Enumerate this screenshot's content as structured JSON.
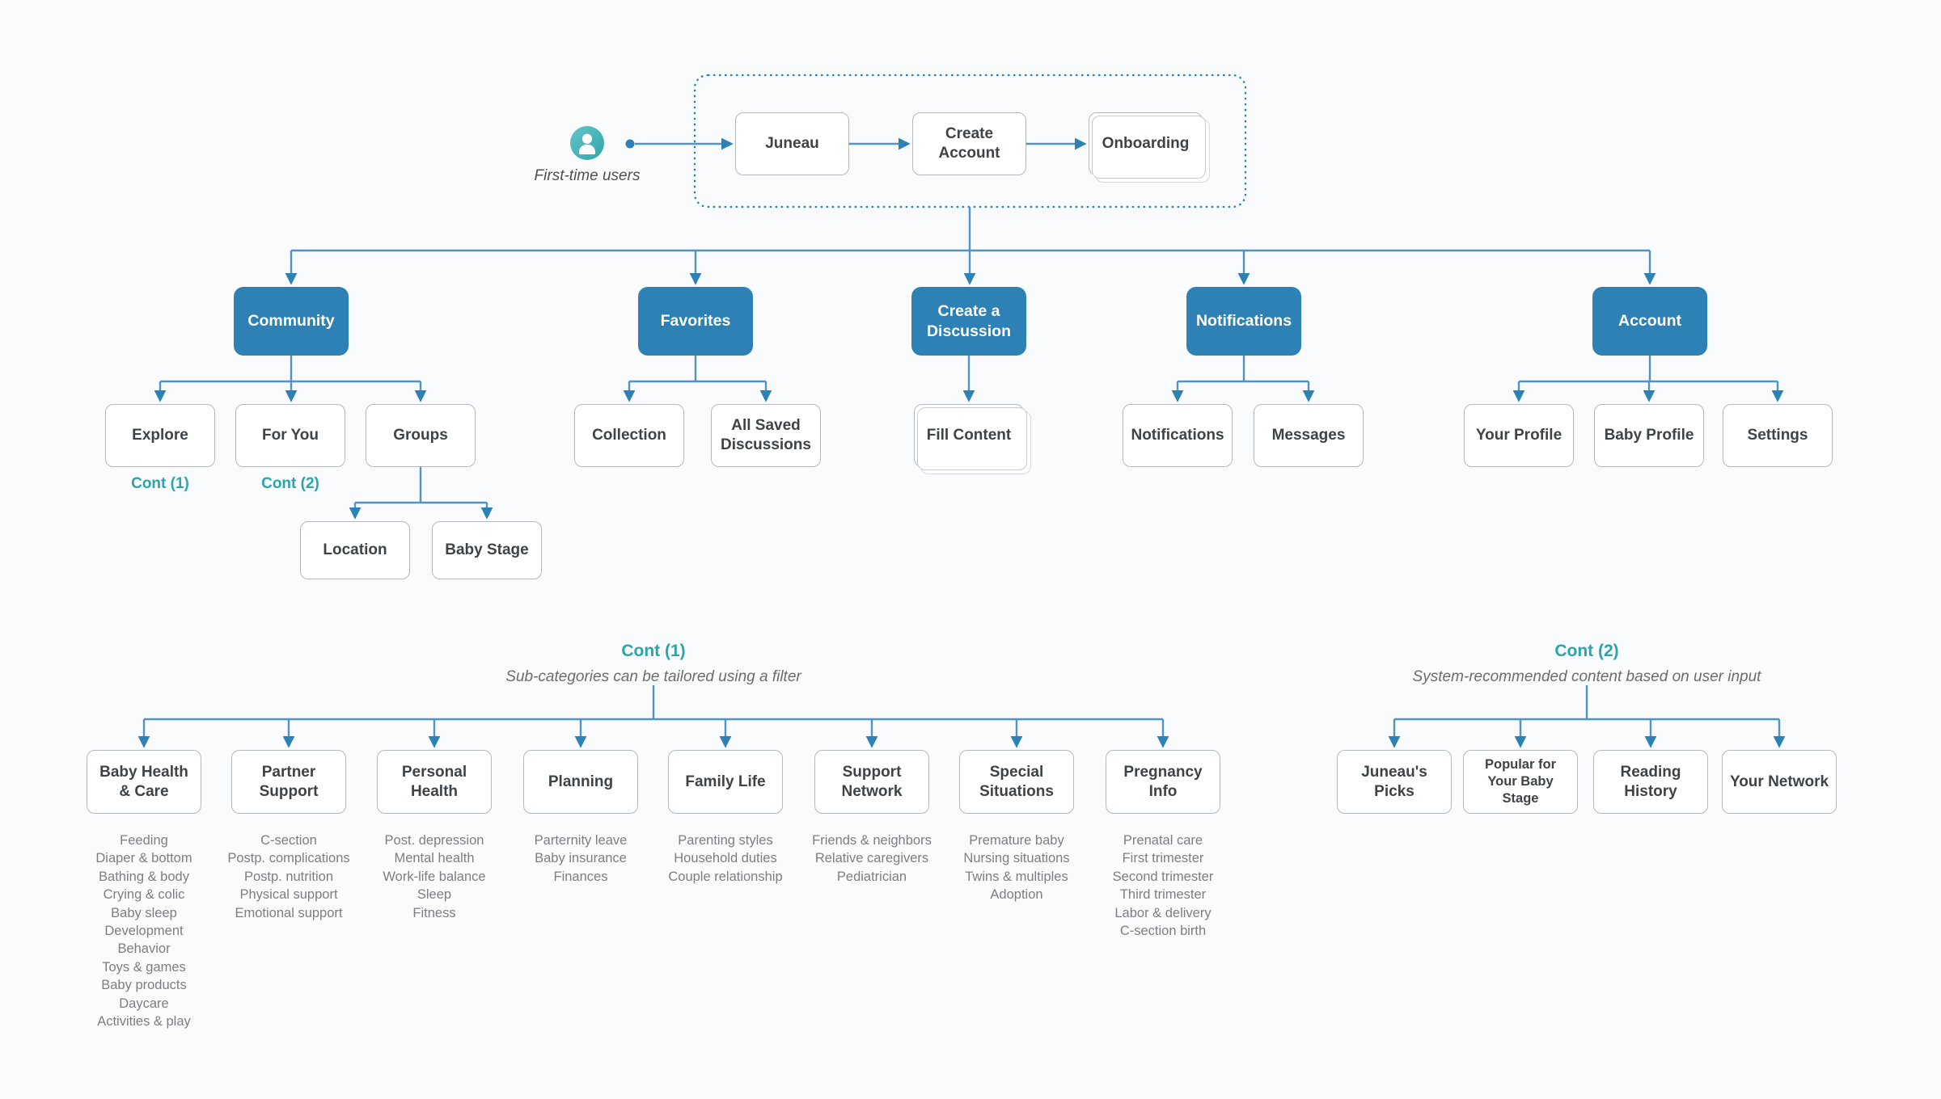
{
  "flow": {
    "persona": "First-time users",
    "steps": [
      "Juneau",
      "Create Account",
      "Onboarding"
    ]
  },
  "sections": {
    "community": {
      "label": "Community",
      "children": [
        "Explore",
        "For You",
        "Groups"
      ],
      "explore_ref": "Cont (1)",
      "for_you_ref": "Cont (2)",
      "groups_children": [
        "Location",
        "Baby Stage"
      ]
    },
    "favorites": {
      "label": "Favorites",
      "children": [
        "Collection",
        "All Saved Discussions"
      ]
    },
    "create_discussion": {
      "label": "Create a Discussion",
      "children": [
        "Fill Content"
      ]
    },
    "notifications": {
      "label": "Notifications",
      "children": [
        "Notifications",
        "Messages"
      ]
    },
    "account": {
      "label": "Account",
      "children": [
        "Your Profile",
        "Baby Profile",
        "Settings"
      ]
    }
  },
  "cont1": {
    "title": "Cont (1)",
    "subtitle": "Sub-categories can be tailored using a filter",
    "categories": [
      {
        "label": "Baby Health & Care",
        "items": [
          "Feeding",
          "Diaper & bottom",
          "Bathing & body",
          "Crying & colic",
          "Baby sleep",
          "Development",
          "Behavior",
          "Toys & games",
          "Baby products",
          "Daycare",
          "Activities & play"
        ]
      },
      {
        "label": "Partner Support",
        "items": [
          "C-section",
          "Postp. complications",
          "Postp. nutrition",
          "Physical support",
          "Emotional support"
        ]
      },
      {
        "label": "Personal Health",
        "items": [
          "Post. depression",
          "Mental health",
          "Work-life balance",
          "Sleep",
          "Fitness"
        ]
      },
      {
        "label": "Planning",
        "items": [
          "Parternity leave",
          "Baby insurance",
          "Finances"
        ]
      },
      {
        "label": "Family Life",
        "items": [
          "Parenting styles",
          "Household duties",
          "Couple relationship"
        ]
      },
      {
        "label": "Support Network",
        "items": [
          "Friends & neighbors",
          "Relative caregivers",
          "Pediatrician"
        ]
      },
      {
        "label": "Special Situations",
        "items": [
          "Premature baby",
          "Nursing situations",
          "Twins & multiples",
          "Adoption"
        ]
      },
      {
        "label": "Pregnancy Info",
        "items": [
          "Prenatal care",
          "First trimester",
          "Second trimester",
          "Third trimester",
          "Labor & delivery",
          "C-section birth"
        ]
      }
    ]
  },
  "cont2": {
    "title": "Cont (2)",
    "subtitle": "System-recommended content based on user input",
    "categories": [
      {
        "label": "Juneau's Picks"
      },
      {
        "label": "Popular for Your Baby Stage"
      },
      {
        "label": "Reading History"
      },
      {
        "label": "Your Network"
      }
    ]
  },
  "colors": {
    "node_blue": "#2e81b4",
    "line_blue": "#4f94c5",
    "teal": "#2aa5ac",
    "dotted_border": "#2a7fb5"
  }
}
